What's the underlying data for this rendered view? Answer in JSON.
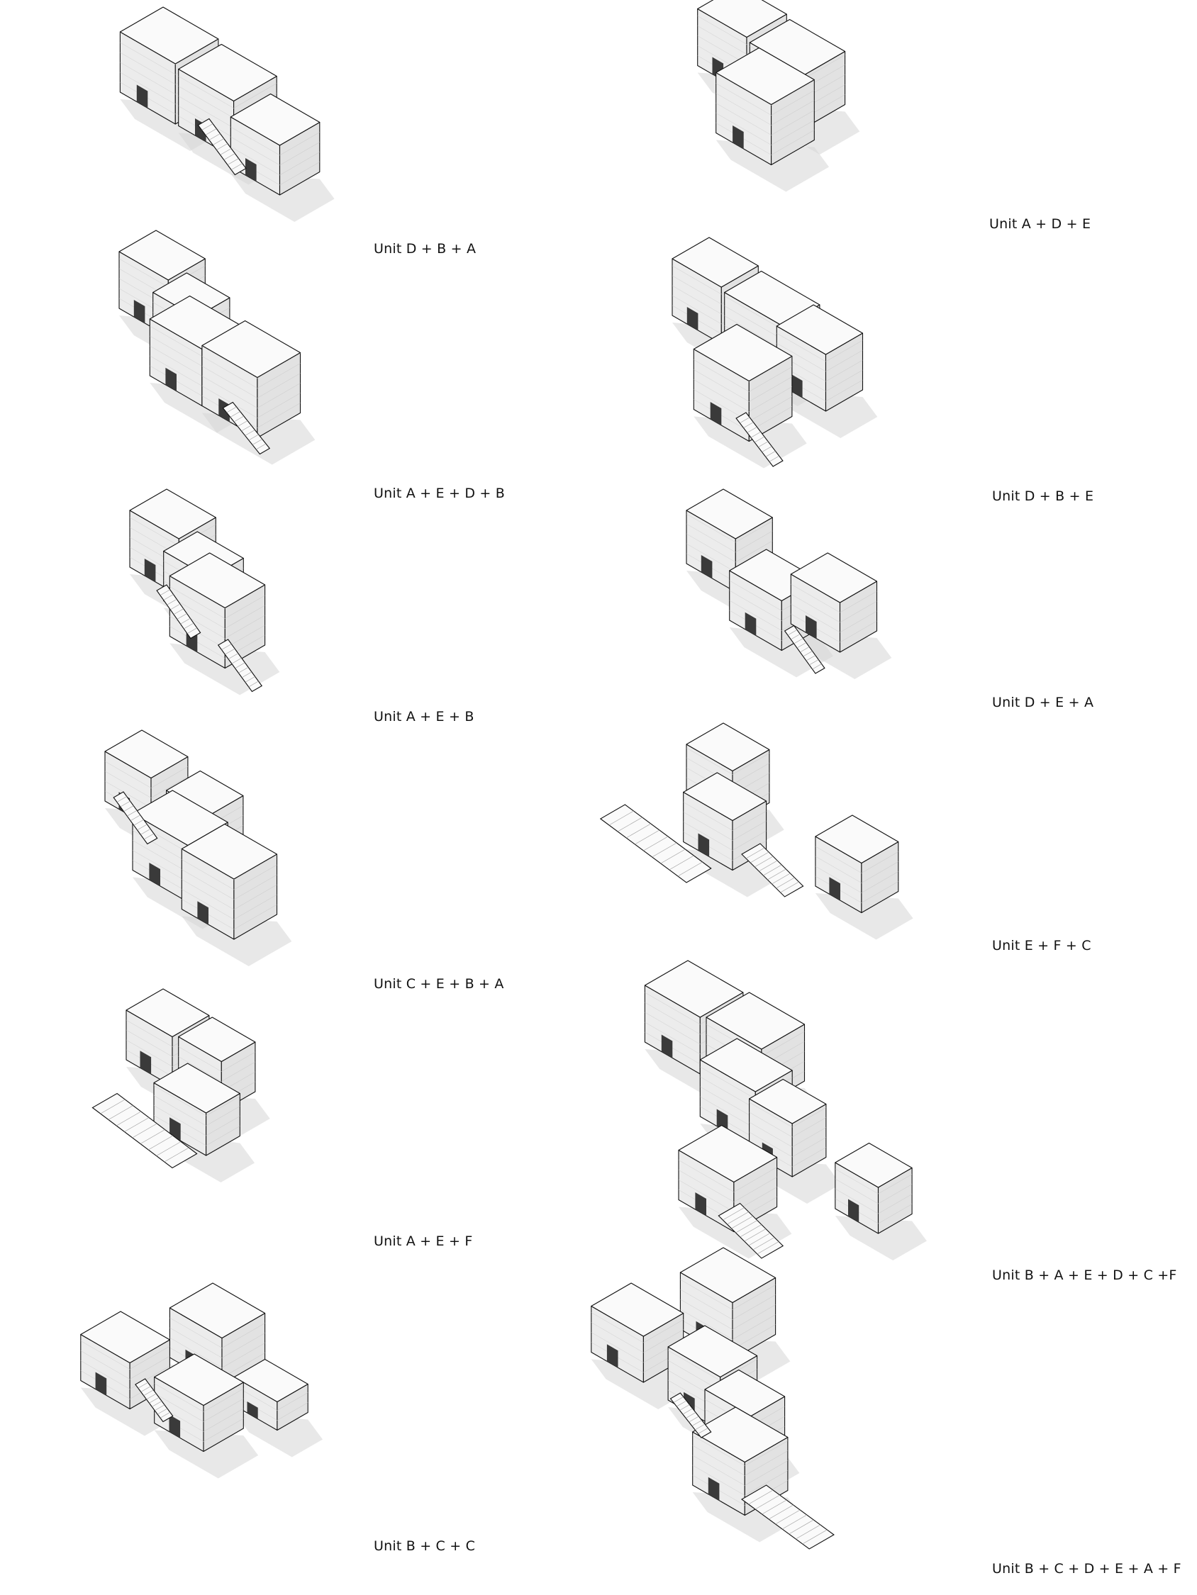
{
  "captions": {
    "p1": "Unit D + B + A",
    "p2": "Unit A + D + E",
    "p3": "Unit A + E + D + B",
    "p4": "Unit D + B + E",
    "p5": "Unit A + E + B",
    "p6": "Unit D + E + A",
    "p7": "Unit C + E + B + A",
    "p8": "Unit E + F + C",
    "p9": "Unit A + E + F",
    "p10": "Unit B + A + E + D + C +F",
    "p11": "Unit B + C + C",
    "p12": "Unit B + C + D + E + A + F"
  },
  "colors": {
    "top": "#fafafa",
    "left": "#ececec",
    "right": "#e2e2e2",
    "outline": "#111111",
    "shadow": "#d6d6d6",
    "opening": "#3a3a3a"
  }
}
